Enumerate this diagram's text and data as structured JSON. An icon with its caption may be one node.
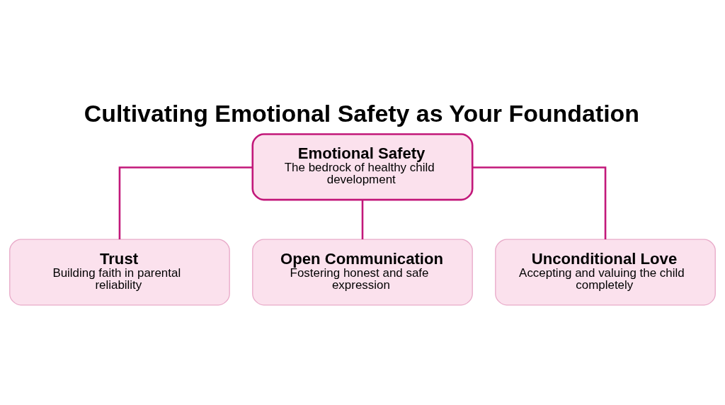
{
  "diagram": {
    "title": "Cultivating Emotional Safety as Your Foundation",
    "nodes": [
      {
        "text": [
          "Emotional Safety",
          "The bedrock of healthy child development"
        ]
      },
      {
        "text": [
          "Trust",
          "Building faith in parental reliability"
        ]
      },
      {
        "text": [
          "Open Communication",
          "Fostering honest and safe expression"
        ]
      },
      {
        "text": [
          "Unconditional Love",
          "Accepting and valuing the child completely"
        ]
      }
    ],
    "edges": [
      {
        "from": 0,
        "to": 1,
        "arrow": "none"
      },
      {
        "from": 0,
        "to": 2,
        "arrow": "none"
      },
      {
        "from": 0,
        "to": 3,
        "arrow": "none"
      }
    ]
  }
}
